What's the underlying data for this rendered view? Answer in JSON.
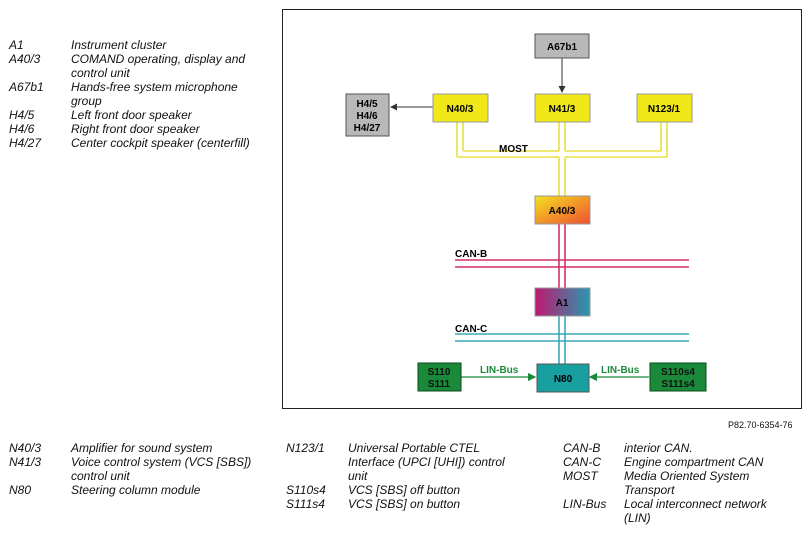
{
  "legend_top": [
    {
      "code": "A1",
      "desc": "Instrument cluster"
    },
    {
      "code": "A40/3",
      "desc": "COMAND operating, display and control unit"
    },
    {
      "code": "A67b1",
      "desc": "Hands-free system microphone group"
    },
    {
      "code": "H4/5",
      "desc": "Left front door speaker"
    },
    {
      "code": "H4/6",
      "desc": "Right front door speaker"
    },
    {
      "code": "H4/27",
      "desc": "Center cockpit speaker (centerfill)"
    }
  ],
  "legend_bottom_1": [
    {
      "code": "N40/3",
      "desc": "Amplifier for sound system"
    },
    {
      "code": "N41/3",
      "desc": "Voice control system (VCS [SBS]) control unit"
    },
    {
      "code": "N80",
      "desc": "Steering column module"
    }
  ],
  "legend_bottom_2": [
    {
      "code": "N123/1",
      "desc": "Universal Portable CTEL Interface (UPCI [UHI]) control unit"
    },
    {
      "code": "S110s4",
      "desc": "VCS [SBS] off button"
    },
    {
      "code": "S111s4",
      "desc": "VCS [SBS] on button"
    }
  ],
  "legend_bottom_3": [
    {
      "code": "CAN-B",
      "desc": "interior CAN."
    },
    {
      "code": "CAN-C",
      "desc": "Engine compartment CAN"
    },
    {
      "code": "MOST",
      "desc": "Media Oriented System Transport"
    },
    {
      "code": "LIN-Bus",
      "desc": "Local interconnect network (LIN)"
    }
  ],
  "diagram": {
    "nodes": {
      "a67b1": "A67b1",
      "h4_line1": "H4/5",
      "h4_line2": "H4/6",
      "h4_line3": "H4/27",
      "n40_3": "N40/3",
      "n41_3": "N41/3",
      "n123_1": "N123/1",
      "a40_3": "A40/3",
      "a1": "A1",
      "n80": "N80",
      "s110_line1": "S110",
      "s110_line2": "S111",
      "s110s4_line1": "S110s4",
      "s110s4_line2": "S111s4"
    },
    "bus_labels": {
      "most": "MOST",
      "can_b": "CAN-B",
      "can_c": "CAN-C",
      "lin_left": "LIN-Bus",
      "lin_right": "LIN-Bus"
    },
    "colors": {
      "yellow": "#f0e818",
      "gray": "#b8b8b8",
      "orange_gradient_start": "#f2e020",
      "orange_gradient_end": "#f05030",
      "can_b": "#d0306a",
      "can_c": "#3aa8b8",
      "a1_left": "#c01870",
      "a1_right": "#2898b0",
      "teal": "#18a0a0",
      "green": "#1a8a3a",
      "lin_line": "#1a8a3a"
    }
  },
  "reference": "P82.70-6354-76"
}
